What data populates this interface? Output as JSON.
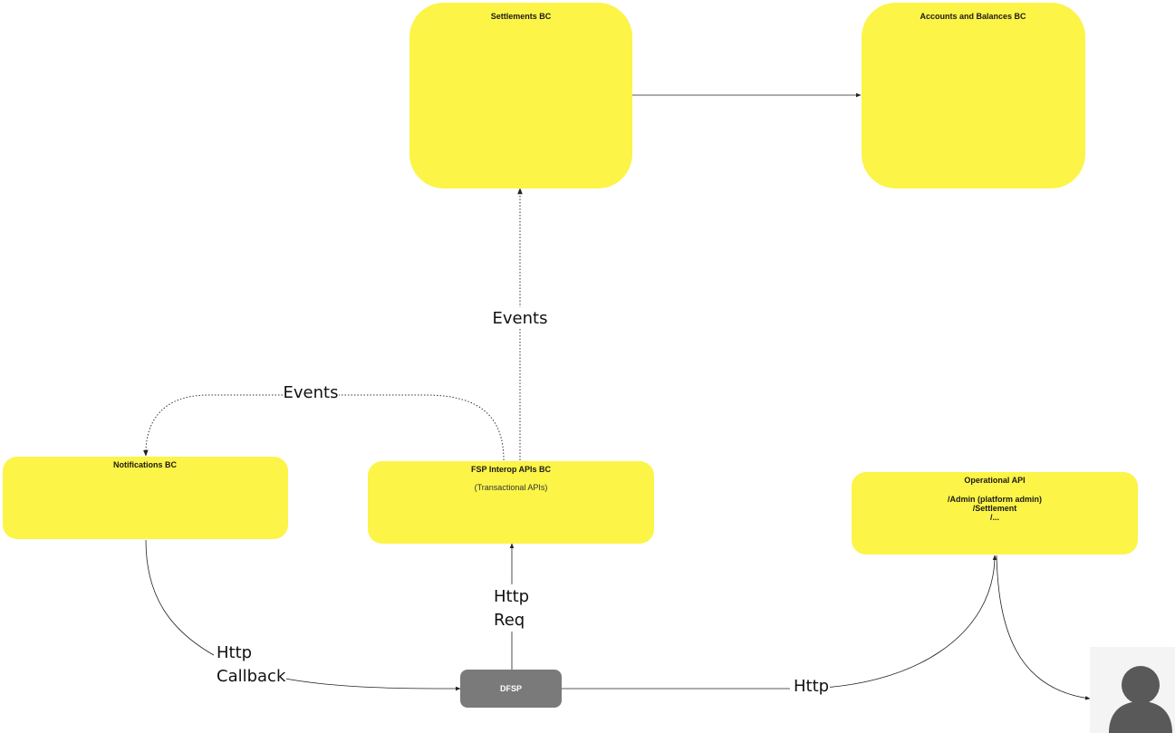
{
  "colors": {
    "bc_fill": "#fcf447",
    "dfsp_fill": "#7a7a7a",
    "user_bg": "#f4f4f4",
    "user_icon": "#595959",
    "edge": "#222222"
  },
  "nodes": {
    "settlements": {
      "title": "Settlements BC"
    },
    "accounts": {
      "title": "Accounts and Balances BC"
    },
    "notifications": {
      "title": "Notifications BC"
    },
    "fsp_interop": {
      "title": "FSP Interop APIs BC",
      "subtitle": "(Transactional APIs)"
    },
    "operational": {
      "title": "Operational API",
      "line1": "/Admin (platform admin)",
      "line2": "/Settlement",
      "line3": "/..."
    },
    "dfsp": {
      "title": "DFSP"
    },
    "user": {
      "icon": "user-icon"
    }
  },
  "edges": {
    "events_up": {
      "label": "Events"
    },
    "events_left": {
      "label": "Events"
    },
    "http_req": {
      "line1": "Http",
      "line2": "Req"
    },
    "http_callback": {
      "line1": "Http",
      "line2": "Callback"
    },
    "http_ops": {
      "label": "Http"
    }
  }
}
